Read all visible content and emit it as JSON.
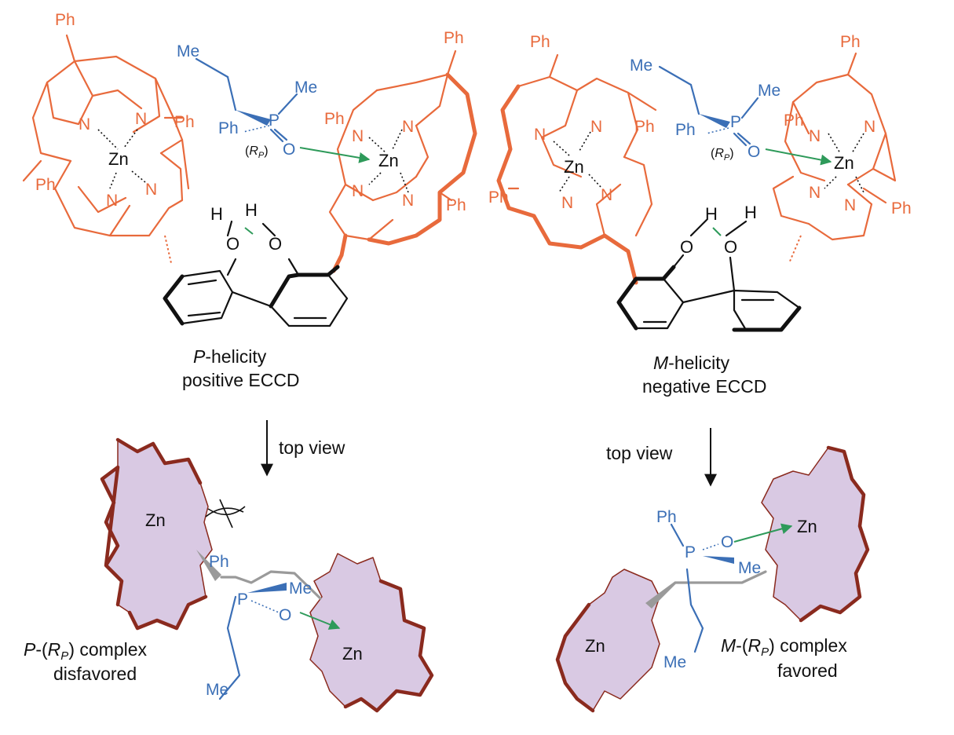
{
  "atoms": {
    "ph": "Ph",
    "me": "Me",
    "n": "N",
    "zn": "Zn",
    "p": "P",
    "o": "O",
    "h": "H",
    "rp_open": "(",
    "rp_r": "R",
    "rp_sub": "P",
    "rp_close": ")"
  },
  "left_panel": {
    "helicity_italic": "P",
    "helicity_rest": "-helicity",
    "eccd": "positive ECCD",
    "arrow_label": "top view",
    "complex_italic": "P",
    "complex_mid": "-(",
    "complex_r": "R",
    "complex_sub": "P",
    "complex_rest": ") complex",
    "verdict": "disfavored"
  },
  "right_panel": {
    "helicity_italic": "M",
    "helicity_rest": "-helicity",
    "eccd": "negative ECCD",
    "arrow_label": "top view",
    "complex_italic": "M",
    "complex_mid": "-(",
    "complex_r": "R",
    "complex_sub": "P",
    "complex_rest": ") complex",
    "verdict": "favored"
  },
  "colors": {
    "porphyrin": "#e86a3c",
    "ligand": "#3b6fb6",
    "coordination_arrow": "#2e9a5a",
    "blob_fill": "#d9c9e3",
    "blob_edge": "#8a2a1e"
  }
}
